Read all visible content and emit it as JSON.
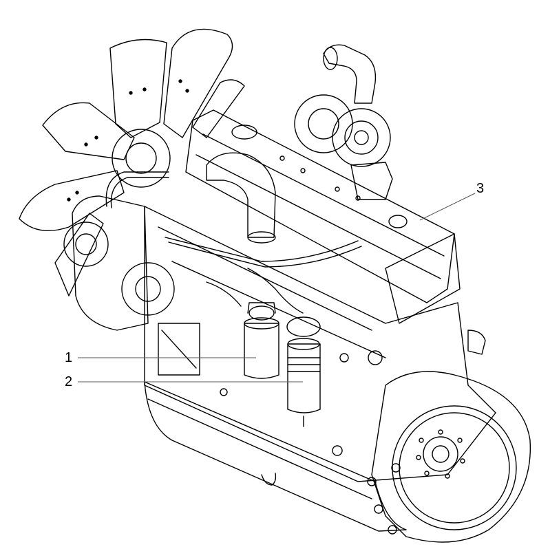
{
  "callouts": [
    {
      "id": "1",
      "text": "1"
    },
    {
      "id": "2",
      "text": "2"
    },
    {
      "id": "3",
      "text": "3"
    }
  ],
  "colors": {
    "line": "#000000",
    "background": "#ffffff",
    "leader": "#555555"
  }
}
